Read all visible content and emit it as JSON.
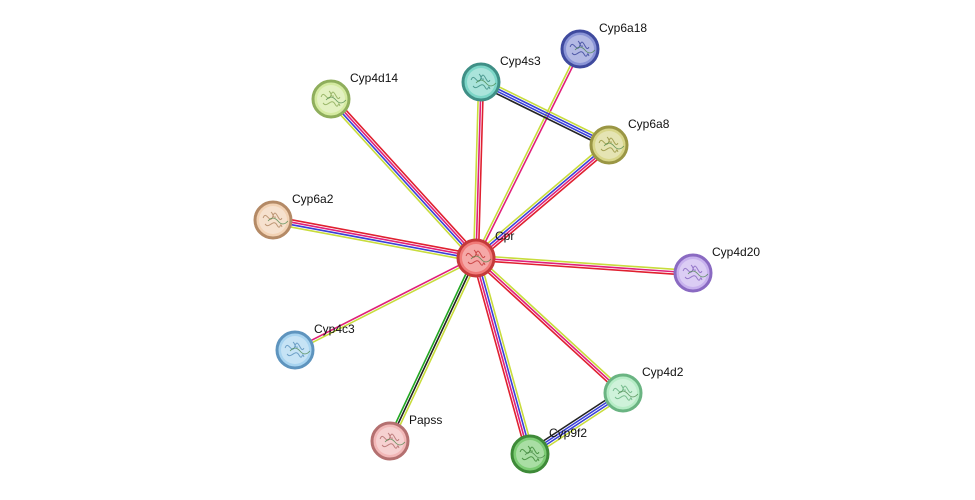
{
  "network": {
    "nodes": [
      {
        "id": "cpr",
        "label": "Cpr",
        "color": "#f07a78",
        "ring": "#c43a3a",
        "hub": true
      },
      {
        "id": "cyp6a18",
        "label": "Cyp6a18",
        "color": "#8a94d6",
        "ring": "#3f4a9e"
      },
      {
        "id": "cyp4s3",
        "label": "Cyp4s3",
        "color": "#7dd6c8",
        "ring": "#3f8f86"
      },
      {
        "id": "cyp6a8",
        "label": "Cyp6a8",
        "color": "#d8d68a",
        "ring": "#9a9644"
      },
      {
        "id": "cyp4d14",
        "label": "Cyp4d14",
        "color": "#d4eaa0",
        "ring": "#8fae5c"
      },
      {
        "id": "cyp6a2",
        "label": "Cyp6a2",
        "color": "#f2d2b4",
        "ring": "#b48a66"
      },
      {
        "id": "cyp4d20",
        "label": "Cyp4d20",
        "color": "#c8b2ee",
        "ring": "#8a6ac2"
      },
      {
        "id": "cyp4c3",
        "label": "Cyp4c3",
        "color": "#a8d4f0",
        "ring": "#5e94be"
      },
      {
        "id": "cyp4d2",
        "label": "Cyp4d2",
        "color": "#b6ecc6",
        "ring": "#6ab482"
      },
      {
        "id": "papss",
        "label": "Papss",
        "color": "#f2b8b8",
        "ring": "#b47070"
      },
      {
        "id": "cyp9f2",
        "label": "Cyp9f2",
        "color": "#7ccc74",
        "ring": "#3e8a38"
      }
    ],
    "edges": [
      {
        "from": "cpr",
        "to": "cyp6a18",
        "channels": [
          "#c8dc3c",
          "#e0207a"
        ]
      },
      {
        "from": "cpr",
        "to": "cyp4s3",
        "channels": [
          "#c8dc3c",
          "#e0207a",
          "#e02030"
        ]
      },
      {
        "from": "cpr",
        "to": "cyp6a8",
        "channels": [
          "#c8dc3c",
          "#3a40d8",
          "#e0207a",
          "#e02030"
        ]
      },
      {
        "from": "cpr",
        "to": "cyp4d14",
        "channels": [
          "#c8dc3c",
          "#3a40d8",
          "#e0207a",
          "#e02030"
        ]
      },
      {
        "from": "cpr",
        "to": "cyp6a2",
        "channels": [
          "#c8dc3c",
          "#3a40d8",
          "#e0207a",
          "#e02030"
        ]
      },
      {
        "from": "cpr",
        "to": "cyp4d20",
        "channels": [
          "#c8dc3c",
          "#e0207a",
          "#e02030"
        ]
      },
      {
        "from": "cpr",
        "to": "cyp4c3",
        "channels": [
          "#c8dc3c",
          "#e0207a"
        ]
      },
      {
        "from": "cpr",
        "to": "cyp4d2",
        "channels": [
          "#c8dc3c",
          "#e0207a",
          "#e02030"
        ]
      },
      {
        "from": "cpr",
        "to": "papss",
        "channels": [
          "#c8dc3c",
          "#222222",
          "#22a822"
        ]
      },
      {
        "from": "cpr",
        "to": "cyp9f2",
        "channels": [
          "#c8dc3c",
          "#3a40d8",
          "#e0207a",
          "#e02030"
        ]
      },
      {
        "from": "cyp4s3",
        "to": "cyp6a8",
        "channels": [
          "#c8dc3c",
          "#3a40d8",
          "#3a40d8",
          "#222222"
        ]
      },
      {
        "from": "cyp4d2",
        "to": "cyp9f2",
        "channels": [
          "#c8dc3c",
          "#3a40d8",
          "#3a40d8",
          "#222222"
        ]
      }
    ]
  }
}
